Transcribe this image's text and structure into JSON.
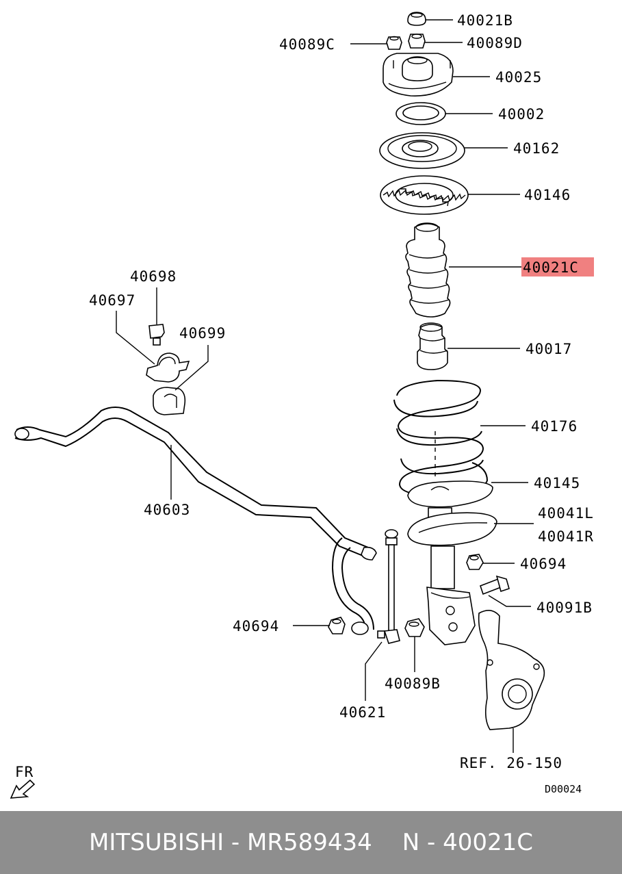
{
  "diagram": {
    "highlight_color": "#f08080",
    "labels": {
      "p40021B": "40021B",
      "p40089C": "40089C",
      "p40089D": "40089D",
      "p40025": "40025",
      "p40002": "40002",
      "p40162": "40162",
      "p40146": "40146",
      "p40021C": "40021C",
      "p40698": "40698",
      "p40697": "40697",
      "p40699": "40699",
      "p40017": "40017",
      "p40176": "40176",
      "p40603": "40603",
      "p40145": "40145",
      "p40041L": "40041L",
      "p40041R": "40041R",
      "p40694a": "40694",
      "p40091B": "40091B",
      "p40694b": "40694",
      "p40089B": "40089B",
      "p40621": "40621",
      "ref": "REF. 26-150",
      "fr": "FR",
      "code": "D00024"
    }
  },
  "footer": {
    "brand_part": "MITSUBISHI - MR589434",
    "ref_part": "N - 40021C"
  }
}
